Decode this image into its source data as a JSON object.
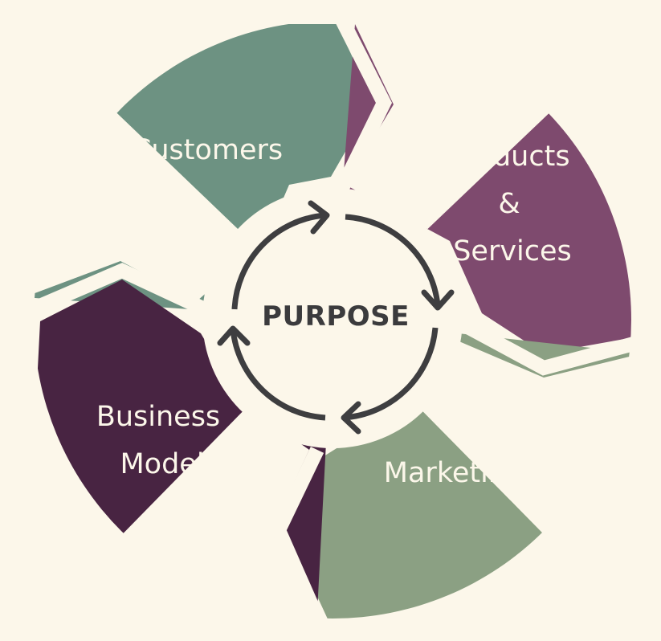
{
  "center": {
    "label": "PURPOSE"
  },
  "segments": {
    "customers": {
      "label": "Customers"
    },
    "products": {
      "line1": "Products",
      "line2": "&",
      "line3": "Services"
    },
    "marketing": {
      "label": "Marketing"
    },
    "business": {
      "line1": "Business",
      "line2": "Model"
    }
  },
  "colors": {
    "background": "#fcf7ea",
    "customers": "#6d9282",
    "products": "#7e4a6e",
    "marketing": "#8ba083",
    "business": "#482442",
    "arrows": "#3e3e40"
  }
}
